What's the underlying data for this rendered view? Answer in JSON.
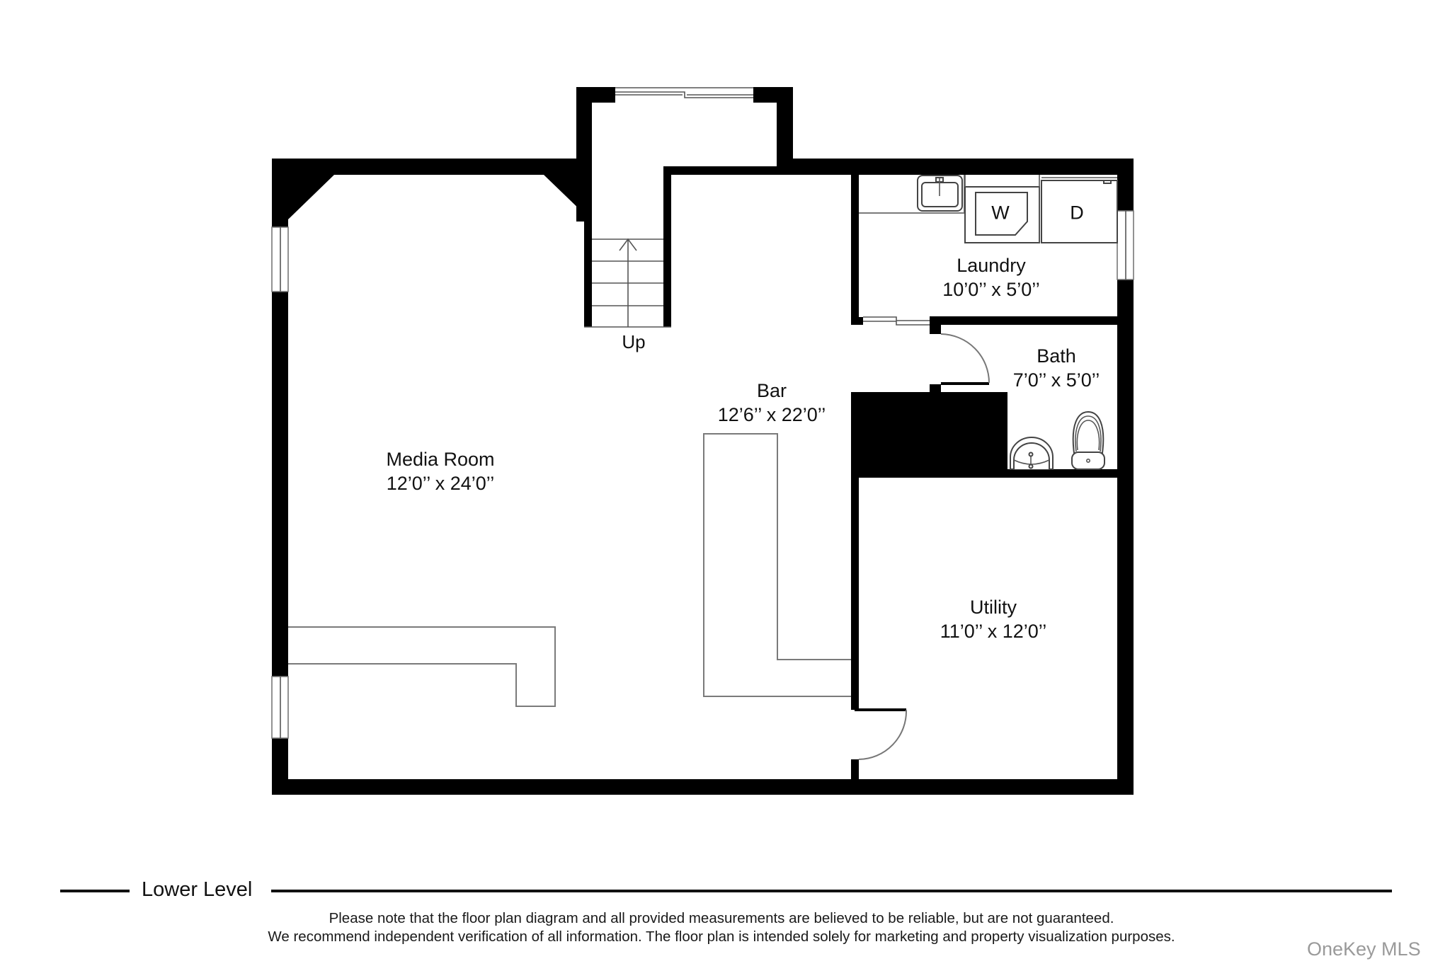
{
  "plan": {
    "level_title": "Lower Level",
    "rooms": [
      {
        "name": "Media Room",
        "dims": "12’0’’ x 24’0’’"
      },
      {
        "name": "Bar",
        "dims": "12’6’’ x 22’0’’"
      },
      {
        "name": "Laundry",
        "dims": "10’0’’ x 5’0’’"
      },
      {
        "name": "Bath",
        "dims": "7’0’’ x 5’0’’"
      },
      {
        "name": "Utility",
        "dims": "11’0’’ x 12’0’’"
      }
    ],
    "stair_label": "Up",
    "fixtures": {
      "washer": "W",
      "dryer": "D"
    }
  },
  "footer": {
    "disclaimer_line1": "Please note that the floor plan diagram and all provided measurements are believed to be reliable, but are not guaranteed.",
    "disclaimer_line2": "We recommend independent verification of all information. The floor plan is intended solely for marketing and property visualization purposes.",
    "watermark": "OneKey MLS"
  },
  "colors": {
    "wall": "#000000",
    "background": "#ffffff",
    "watermark": "#9a9a9a"
  }
}
